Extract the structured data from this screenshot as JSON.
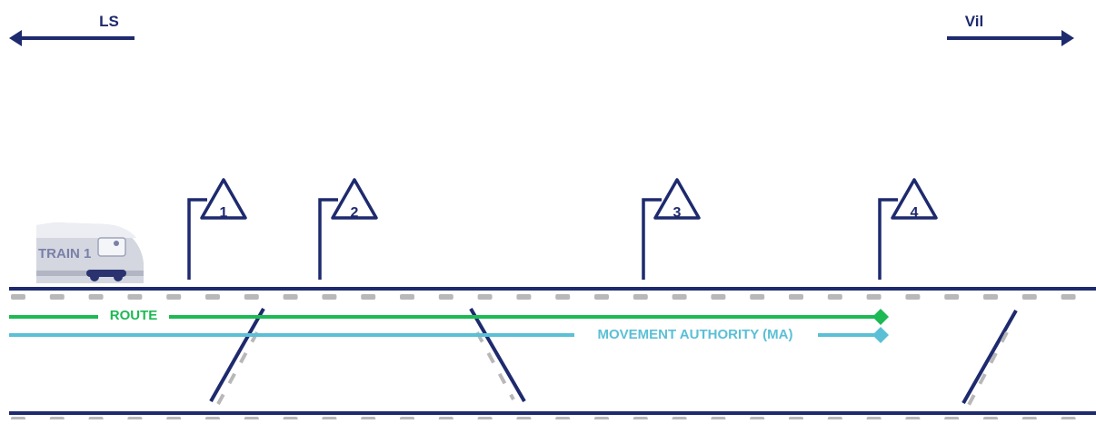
{
  "directions": {
    "left_label": "LS",
    "right_label": "Vil"
  },
  "train": {
    "label": "TRAIN 1"
  },
  "signals": [
    {
      "number": "1"
    },
    {
      "number": "2"
    },
    {
      "number": "3"
    },
    {
      "number": "4"
    }
  ],
  "route": {
    "label": "ROUTE"
  },
  "movement_authority": {
    "label": "MOVEMENT AUTHORITY (MA)"
  },
  "colors": {
    "track": "#1e2a6e",
    "sleeper": "#b8b8b8",
    "route": "#1db954",
    "movement_authority": "#5bbfd6",
    "train_body": "#c9ccd6",
    "train_text": "#7a80a8"
  }
}
